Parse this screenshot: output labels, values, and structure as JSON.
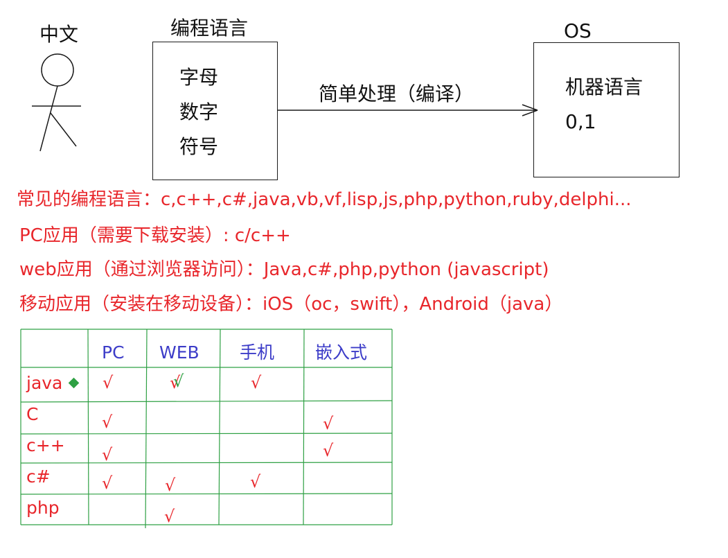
{
  "person": {
    "label": "中文"
  },
  "lang_box": {
    "title": "编程语言",
    "items": [
      "字母",
      "数字",
      "符号"
    ]
  },
  "arrow": {
    "label": "简单处理（编译）"
  },
  "os_box": {
    "title": "OS",
    "lines": [
      "机器语言",
      "0,1"
    ]
  },
  "notes": [
    "常见的编程语言：c,c++,c#,java,vb,vf,lisp,js,php,python,ruby,delphi...",
    "PC应用（需要下载安装）:    c/c++",
    "web应用（通过浏览器访问）：Java,c#,php,python  (javascript)",
    "移动应用（安装在移动设备）：iOS（oc，swift），Android（java）"
  ],
  "table": {
    "headers": [
      "PC",
      "WEB",
      "手机",
      "嵌入式"
    ],
    "rows": [
      {
        "name": "java",
        "marks": [
          "√",
          "√",
          "√",
          ""
        ]
      },
      {
        "name": "C",
        "marks": [
          "√",
          "",
          "",
          "√"
        ]
      },
      {
        "name": "c++",
        "marks": [
          "√",
          "",
          "",
          "√"
        ]
      },
      {
        "name": "c#",
        "marks": [
          "√",
          "√",
          "√",
          ""
        ]
      },
      {
        "name": "php",
        "marks": [
          "",
          "√",
          "",
          ""
        ]
      }
    ]
  },
  "colors": {
    "ink": "#111111",
    "red": "#e8262b",
    "blue": "#3c3cc8",
    "green": "#2ea043"
  }
}
